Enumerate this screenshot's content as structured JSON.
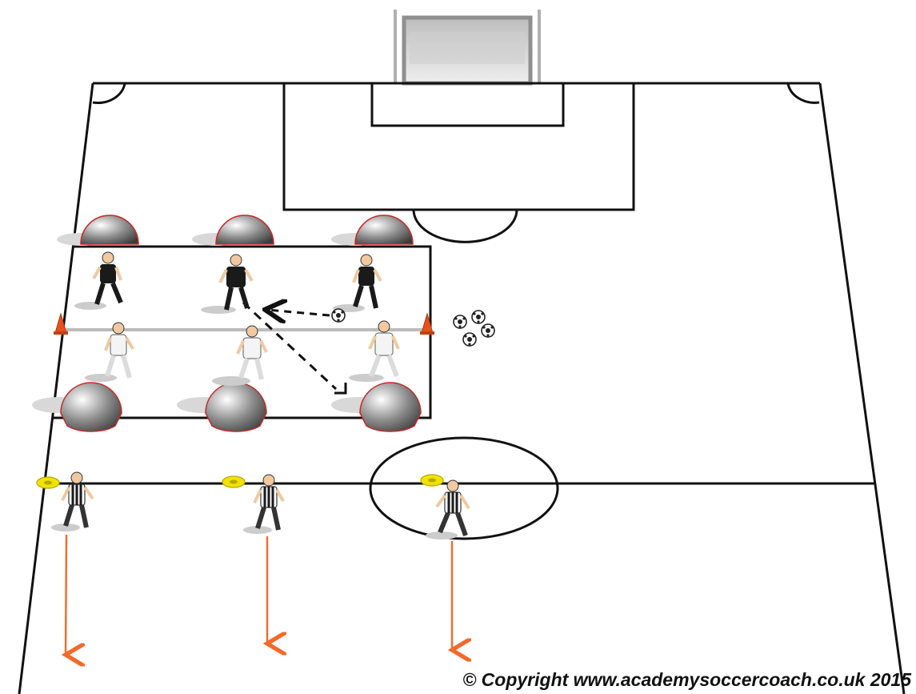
{
  "diagram": {
    "subject": "soccer training drill",
    "colors": {
      "pitch_background": "#ffffff",
      "pitch_lines": "#111111",
      "goal_frame": "#9a9a9a",
      "goal_net": "#d9d9d9",
      "mannequin": "#555555",
      "cone": "#e8501b",
      "marker_disc": "#f2e200",
      "run_arrow": "#f26a2a",
      "pass_arrow": "#111111",
      "team_black": "#1a1a1a",
      "team_white": "#f4f4f4"
    },
    "players": {
      "black_team_count": 3,
      "white_team_count": 3,
      "striped_team_count": 3
    },
    "equipment": {
      "mannequins": 6,
      "cones": 2,
      "marker_discs": 3,
      "balls_in_supply": 4
    },
    "movements": [
      {
        "type": "pass",
        "style": "dashed"
      },
      {
        "type": "run",
        "style": "dashed"
      },
      {
        "type": "sprint",
        "style": "solid",
        "count": 3
      }
    ]
  },
  "footer": {
    "copyright": "© Copyright www.academysoccercoach.co.uk 2015"
  }
}
